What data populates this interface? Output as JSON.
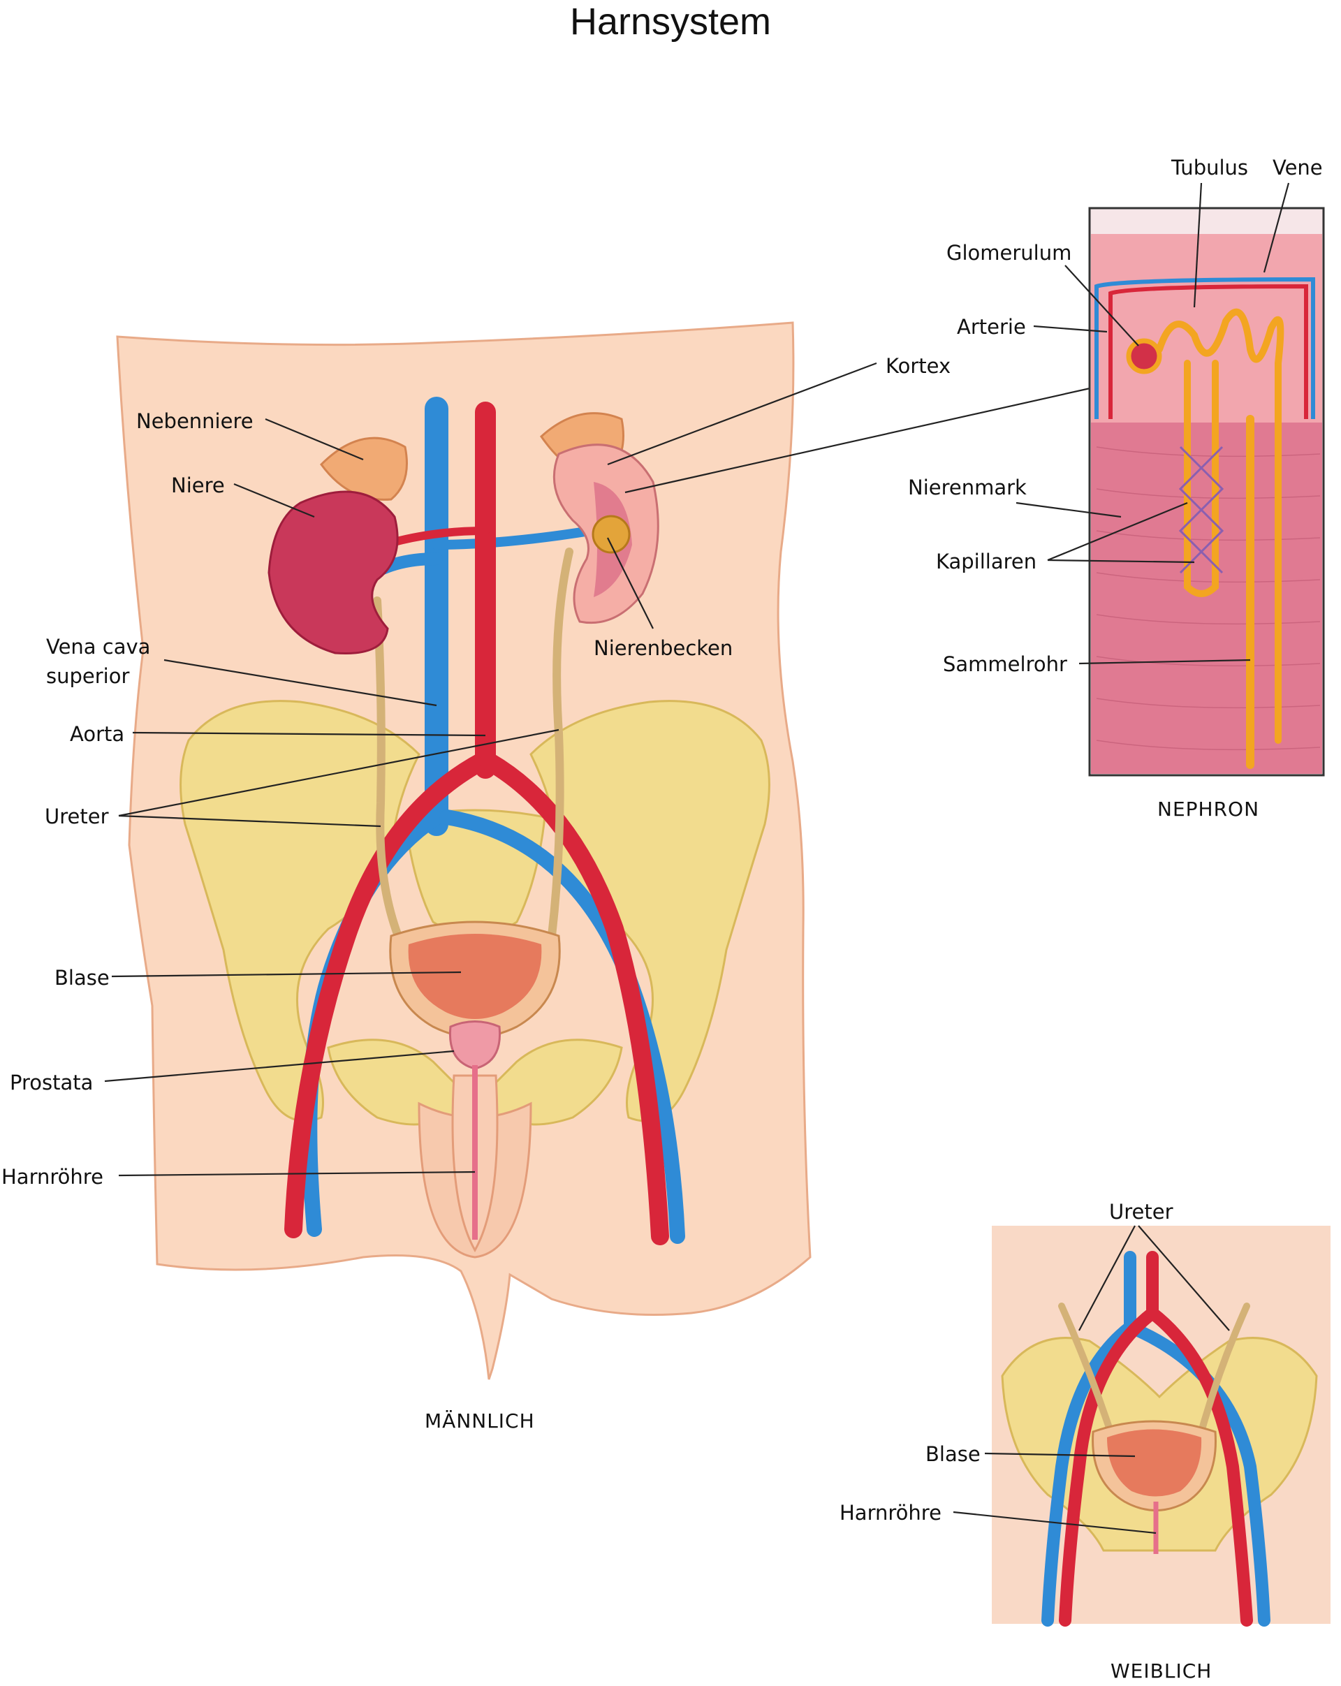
{
  "title": "Harnsystem",
  "colors": {
    "skin": "#fbd9c1",
    "skin_edge": "#e9ae8e",
    "pelvis": "#f2dc8e",
    "artery": "#d8263a",
    "vein": "#2f8bd6",
    "kidney": "#c9385a",
    "ureter": "#d4b277",
    "bladder": "#e67a5d",
    "medulla": "#e07a92",
    "cortex": "#f2a6ae",
    "tubule": "#f3a521"
  },
  "male": {
    "caption": "MÄNNLICH",
    "labels": {
      "nebenniere": "Nebenniere",
      "niere": "Niere",
      "vena_cava_1": "Vena cava",
      "vena_cava_2": "superior",
      "aorta": "Aorta",
      "ureter": "Ureter",
      "blase": "Blase",
      "prostata": "Prostata",
      "harnroehre": "Harnröhre",
      "kortex": "Kortex",
      "nierenbecken": "Nierenbecken"
    }
  },
  "nephron": {
    "caption": "NEPHRON",
    "labels": {
      "tubulus": "Tubulus",
      "vene": "Vene",
      "glomerulum": "Glomerulum",
      "arterie": "Arterie",
      "nierenmark": "Nierenmark",
      "kapillaren": "Kapillaren",
      "sammelrohr": "Sammelrohr"
    }
  },
  "female": {
    "caption": "WEIBLICH",
    "labels": {
      "ureter": "Ureter",
      "blase": "Blase",
      "harnroehre": "Harnröhre"
    }
  }
}
